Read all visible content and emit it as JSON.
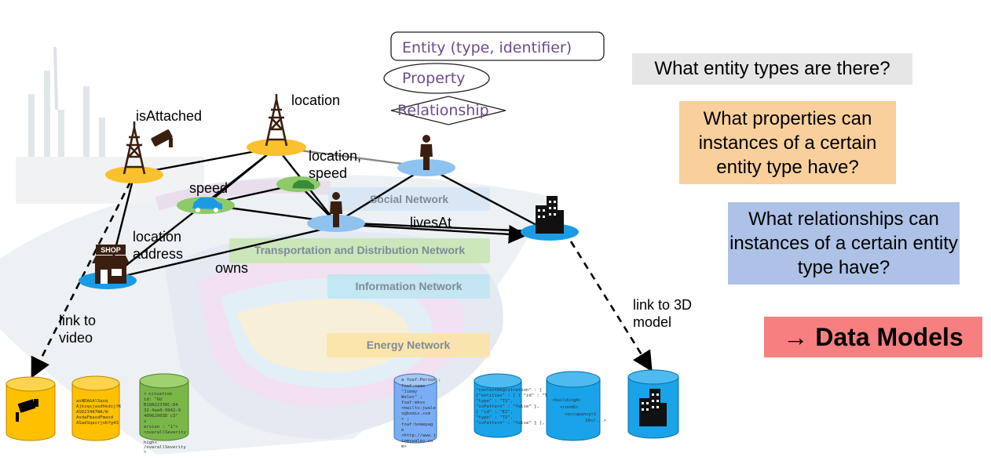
{
  "legend": {
    "entity": "Entity (type, identifier)",
    "property": "Property",
    "relationship": "Relationship"
  },
  "questions": {
    "q1": "What entity types are there?",
    "q2": "What properties can instances of a certain entity type have?",
    "q3": "What relationships can instances of a certain entity type have?",
    "conclusion": "→ Data Models"
  },
  "graph_labels": {
    "isAttached": "isAttached",
    "location": "location",
    "location_speed": "location, speed",
    "speed": "speed",
    "location_address": "location address",
    "owns": "owns",
    "livesAt": "livesAt",
    "link_video": "link to video",
    "link_3d": "link to 3D model"
  },
  "networks": {
    "social": "Social Network",
    "transport": "Transportation and Distribution Network",
    "information": "Information Network",
    "energy": "Energy Network"
  },
  "shop_sign": "SHOP",
  "colors": {
    "q1_bg": "#e6e6e6",
    "q2_bg": "#f9cf9c",
    "q3_bg": "#adc2e6",
    "conclusion_bg": "#f77f7f",
    "node_blue": "#1b9be3",
    "node_yellow": "#fbc02d",
    "node_green": "#8ec96a",
    "cyl_yellow": "#ffc000",
    "cyl_green": "#7ab648",
    "cyl_lightblue": "#5b9bf0",
    "cyl_blue": "#1aa3e8",
    "legend_text": "#6b4c8a"
  },
  "icons": [
    "tower-icon",
    "camera-icon",
    "car-icon",
    "person-icon",
    "building-icon",
    "shop-icon",
    "video-camera-icon"
  ]
}
